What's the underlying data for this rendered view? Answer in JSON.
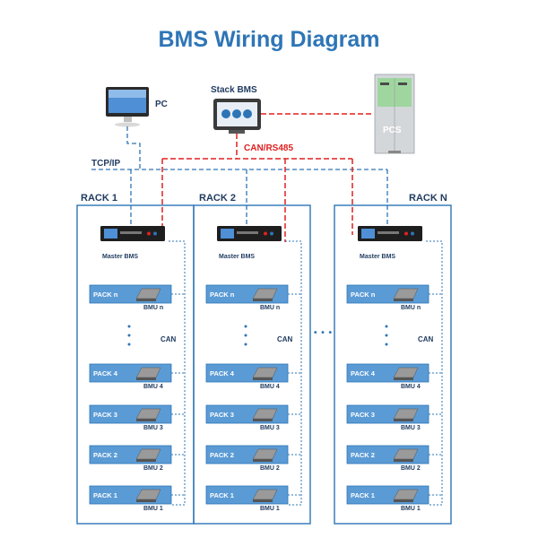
{
  "title": "BMS Wiring Diagram",
  "devices": {
    "pc": "PC",
    "stack_bms": "Stack BMS",
    "pcs": "PCS"
  },
  "links": {
    "tcp_ip": "TCP/IP",
    "can_rs485": "CAN/RS485",
    "can": "CAN",
    "ellipsis": "• • •"
  },
  "racks": [
    {
      "title": "RACK 1",
      "master": "Master BMS",
      "packs": [
        {
          "pack": "PACK  n",
          "bmu": "BMU  n"
        },
        {
          "pack": "PACK  4",
          "bmu": "BMU  4"
        },
        {
          "pack": "PACK  3",
          "bmu": "BMU  3"
        },
        {
          "pack": "PACK  2",
          "bmu": "BMU  2"
        },
        {
          "pack": "PACK  1",
          "bmu": "BMU  1"
        }
      ]
    },
    {
      "title": "RACK 2",
      "master": "Master BMS",
      "packs": [
        {
          "pack": "PACK  n",
          "bmu": "BMU  n"
        },
        {
          "pack": "PACK  4",
          "bmu": "BMU  4"
        },
        {
          "pack": "PACK  3",
          "bmu": "BMU  3"
        },
        {
          "pack": "PACK  2",
          "bmu": "BMU  2"
        },
        {
          "pack": "PACK  1",
          "bmu": "BMU  1"
        }
      ]
    },
    {
      "title": "RACK N",
      "master": "Master BMS",
      "packs": [
        {
          "pack": "PACK  n",
          "bmu": "BMU  n"
        },
        {
          "pack": "PACK  4",
          "bmu": "BMU  4"
        },
        {
          "pack": "PACK  3",
          "bmu": "BMU  3"
        },
        {
          "pack": "PACK  2",
          "bmu": "BMU  2"
        },
        {
          "pack": "PACK  1",
          "bmu": "BMU  1"
        }
      ]
    }
  ],
  "colors": {
    "accent": "#2e75b6",
    "rack_border": "#2e75b6",
    "pack_fill": "#5b9bd5",
    "can_red": "#e02020",
    "text": "#1f3a5f"
  }
}
